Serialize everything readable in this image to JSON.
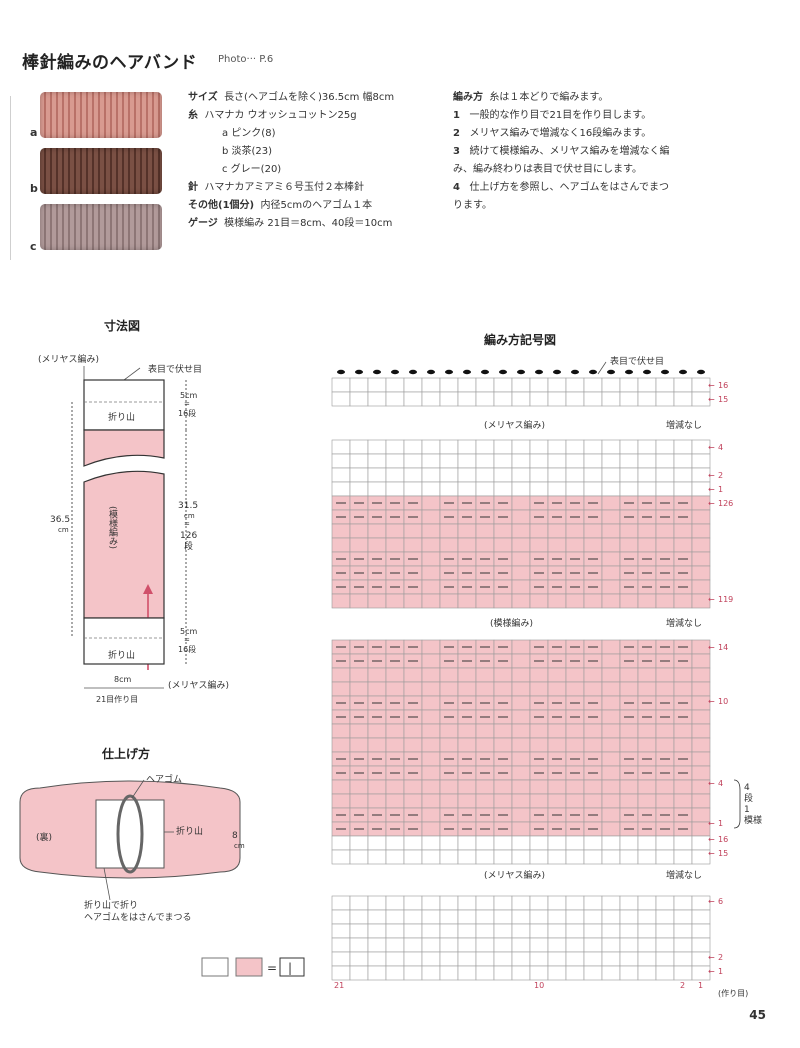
{
  "header": {
    "title": "棒針編みのヘアバンド",
    "photo_ref": "Photo··· P.6"
  },
  "swatches": [
    {
      "label": "a",
      "color": "#c9867c"
    },
    {
      "label": "b",
      "color": "#6a4337"
    },
    {
      "label": "c",
      "color": "#a08888"
    }
  ],
  "specs": {
    "size_label": "サイズ",
    "size_value": "長さ(ヘアゴムを除く)36.5cm 幅8cm",
    "yarn_label": "糸",
    "yarn_value": "ハマナカ ウオッシュコットン25g",
    "yarn_a": "a ピンク(8)",
    "yarn_b": "b 淡茶(23)",
    "yarn_c": "c グレー(20)",
    "needle_label": "針",
    "needle_value": "ハマナカアミアミ６号玉付２本棒針",
    "other_label": "その他(1個分)",
    "other_value": "内径5cmのヘアゴム１本",
    "gauge_label": "ゲージ",
    "gauge_value": "模様編み 21目＝8cm、40段＝10cm"
  },
  "instructions": {
    "title": "編み方",
    "intro": "糸は１本どりで編みます。",
    "steps": [
      {
        "num": "1",
        "text": "一般的な作り目で21目を作り目します。"
      },
      {
        "num": "2",
        "text": "メリヤス編みで増減なく16段編みます。"
      },
      {
        "num": "3",
        "text": "続けて模様編み、メリヤス編みを増減なく編"
      },
      {
        "num": "",
        "text": "み、編み終わりは表目で伏せ目にします。"
      },
      {
        "num": "4",
        "text": "仕上げ方を参照し、ヘアゴムをはさんでまつ"
      },
      {
        "num": "",
        "text": "ります。"
      }
    ]
  },
  "dimension_diagram": {
    "title": "寸法図",
    "stockinette": "(メリヤス編み)",
    "bind_off": "表目で伏せ目",
    "fold": "折り山",
    "fold_bottom": "折り山",
    "top_cm": "5cm",
    "top_rows": "16段",
    "eq": "=",
    "mid_cm": "31.5",
    "mid_cm_unit": "cm",
    "mid_rows": "126",
    "mid_rows_unit": "段",
    "bottom_cm": "5cm",
    "bottom_rows": "16段",
    "total_cm": "36.5",
    "total_unit": "cm",
    "pattern_label": "(模様編み)",
    "width_cm": "8cm",
    "width_stitches": "21目作り目",
    "bottom_stockinette": "(メリヤス編み)"
  },
  "finishing": {
    "title": "仕上げ方",
    "elastic": "ヘアゴム",
    "fold": "折り山",
    "wrong_side": "(裏)",
    "width": "8",
    "width_unit": "cm",
    "note_line1": "折り山で折り",
    "note_line2": "ヘアゴムをはさんでまつる"
  },
  "legend": {
    "equals": "=",
    "symbol": "|"
  },
  "chart": {
    "title": "編み方記号図",
    "bind_off": "表目で伏せ目",
    "stockinette_label": "(メリヤス編み)",
    "pattern_label": "(模様編み)",
    "no_change": "増減なし",
    "row_16": "16",
    "row_15": "15",
    "row_4": "4",
    "row_2": "2",
    "row_1": "1",
    "row_126": "126",
    "row_119": "119",
    "row_14": "14",
    "row_10": "10",
    "repeat_rows": "4",
    "repeat_unit": "段",
    "repeat_one": "1",
    "repeat_pattern": "模様",
    "row_6": "6",
    "col_21": "21",
    "col_10": "10",
    "col_2": "2",
    "col_1": "1",
    "cast_on": "(作り目)",
    "arrow": "←"
  },
  "page_number": "45",
  "colors": {
    "pink": "#f4c4c8",
    "grid": "#9a9a9a",
    "accent_red": "#c0405a",
    "arrow": "#d0506a"
  }
}
